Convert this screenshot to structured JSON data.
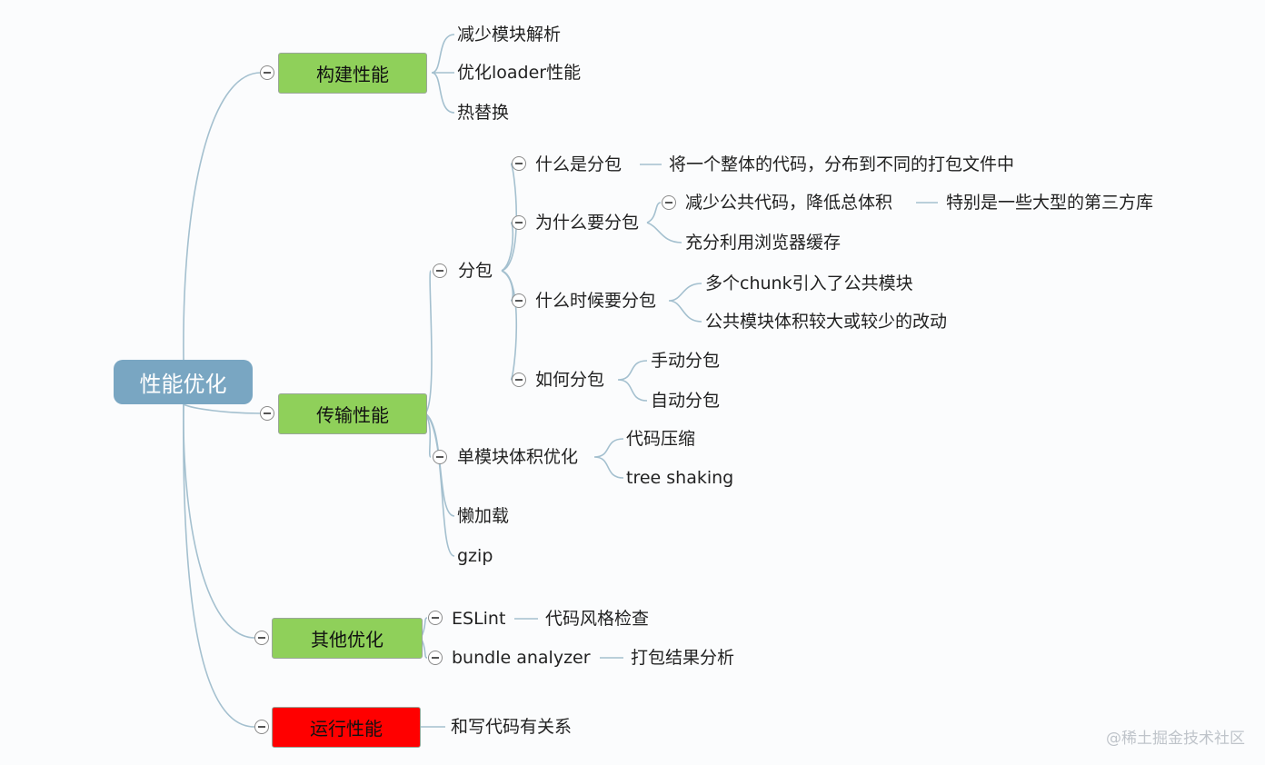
{
  "root": "性能优化",
  "branches": {
    "build": {
      "label": "构建性能",
      "items": [
        "减少模块解析",
        "优化loader性能",
        "热替换"
      ]
    },
    "transfer": {
      "label": "传输性能",
      "split": {
        "label": "分包",
        "what": {
          "label": "什么是分包",
          "detail": "将一个整体的代码，分布到不同的打包文件中"
        },
        "why": {
          "label": "为什么要分包",
          "reduce": {
            "label": "减少公共代码，降低总体积",
            "detail": "特别是一些大型的第三方库"
          },
          "cache": "充分利用浏览器缓存"
        },
        "when": {
          "label": "什么时候要分包",
          "items": [
            "多个chunk引入了公共模块",
            "公共模块体积较大或较少的改动"
          ]
        },
        "how": {
          "label": "如何分包",
          "items": [
            "手动分包",
            "自动分包"
          ]
        }
      },
      "single": {
        "label": "单模块体积优化",
        "items": [
          "代码压缩",
          "tree shaking"
        ]
      },
      "lazy": "懒加载",
      "gzip": "gzip"
    },
    "other": {
      "label": "其他优化",
      "eslint": {
        "label": "ESLint",
        "detail": "代码风格检查"
      },
      "bundle": {
        "label": "bundle analyzer",
        "detail": "打包结果分析"
      }
    },
    "runtime": {
      "label": "运行性能",
      "items": [
        "和写代码有关系"
      ]
    }
  },
  "watermark": "@稀土掘金技术社区",
  "colors": {
    "root": "#79a6c2",
    "green": "#8fd05a",
    "red": "#ff0000",
    "line": "#9fbccc"
  }
}
